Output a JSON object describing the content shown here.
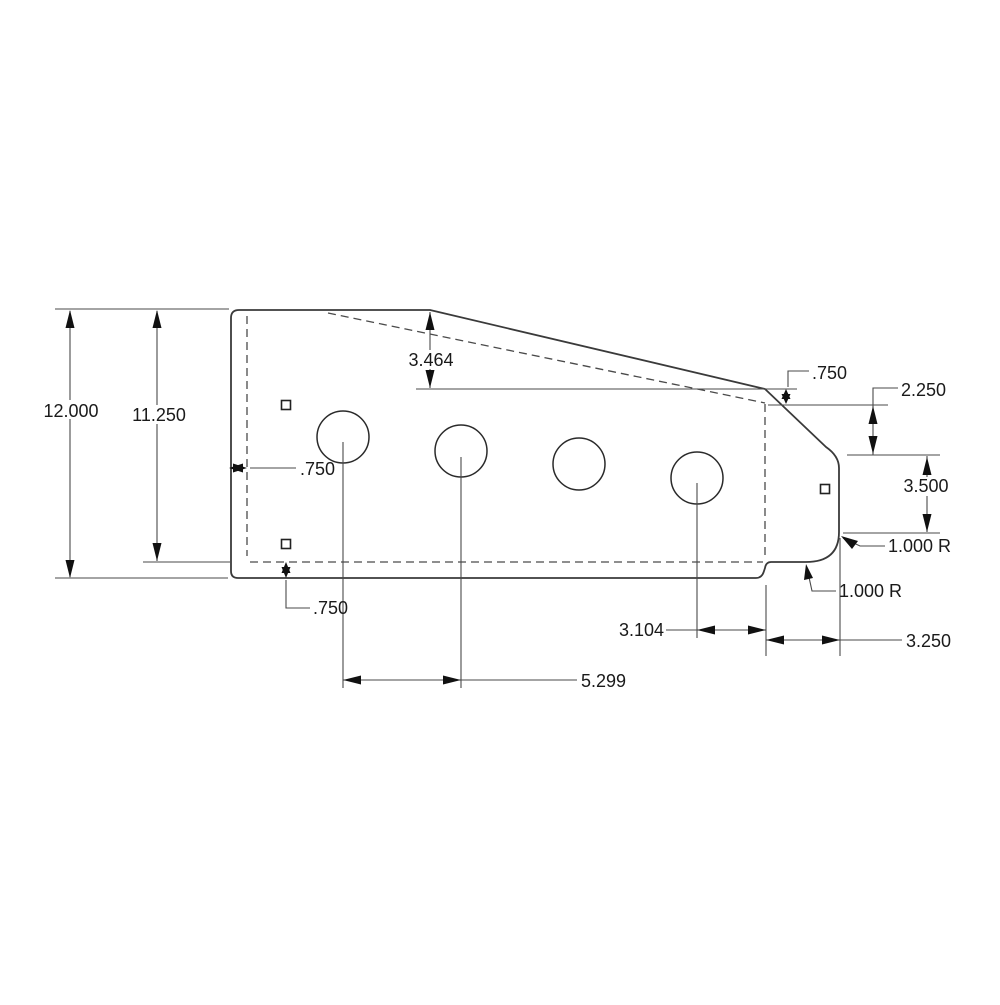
{
  "drawing": {
    "dimensions": {
      "overall_height": "12.000",
      "height_to_bottom_bend": "11.250",
      "top_drop": "3.464",
      "top_flange_width": ".750",
      "left_flange_width": ".750",
      "bottom_flange_width": ".750",
      "right_step": "2.250",
      "right_edge_height": "3.500",
      "radius_upper": "1.000 R",
      "radius_lower": "1.000 R",
      "hole_to_right_bend": "3.104",
      "right_flange_depth": "3.250",
      "hole_spacing": "5.299"
    },
    "colors": {
      "background": "#ffffff",
      "outline": "#3a3a3a",
      "dimension_lines": "#4a4a4a",
      "text": "#1a1a1a"
    }
  }
}
